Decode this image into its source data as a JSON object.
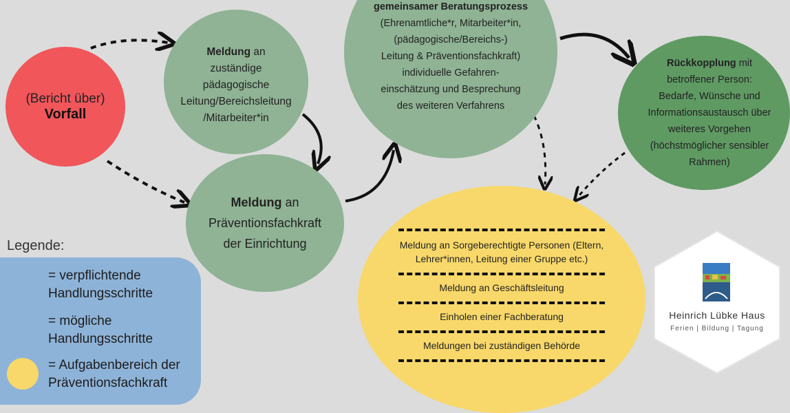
{
  "nodes": {
    "vorfall": {
      "line1": "(Bericht über)",
      "bold": "Vorfall"
    },
    "meldung_leitung": {
      "bold": "Meldung",
      "rest1": " an",
      "rest2": "zuständige",
      "rest3": "pädagogische",
      "rest4": "Leitung/Bereichsleitung",
      "rest5": "/Mitarbeiter*in"
    },
    "meldung_praevention": {
      "bold": "Meldung",
      "rest1": " an",
      "rest2": "Präventionsfachkraft",
      "rest3": "der Einrichtung"
    },
    "beratung": {
      "bold": "gemeinsamer Beratungsprozess",
      "l1": "(Ehrenamtliche*r, Mitarbeiter*in,",
      "l2": "(pädagogische/Bereichs-)",
      "l3": "Leitung & Präventionsfachkraft)",
      "l4": "individuelle Gefahren-",
      "l5": "einschätzung und Besprechung",
      "l6": "des weiteren Verfahrens"
    },
    "rueckkopplung": {
      "bold": "Rückkopplung",
      "rest1": " mit",
      "l1": "betroffener Person:",
      "l2": "Bedarfe, Wünsche und",
      "l3": "Informationsaustausch über",
      "l4": "weiteres Vorgehen",
      "l5": "(höchstmöglicher sensibler",
      "l6": "Rahmen)"
    },
    "praeventions_aufgaben": {
      "items": [
        "Meldung an Sorgeberechtigte Personen (Eltern,",
        "Lehrer*innen, Leitung einer Gruppe etc.)",
        "Meldung an Geschäftsleitung",
        "Einholen einer Fachberatung",
        "Meldungen bei zuständigen Behörde"
      ]
    }
  },
  "legend": {
    "title": "Legende:",
    "solid_1": "= verpflichtende",
    "solid_2": "Handlungsschritte",
    "dashed_1": "= mögliche",
    "dashed_2": "Handlungsschritte",
    "yellow_1": "= Aufgabenbereich der",
    "yellow_2": "Präventionsfachkraft"
  },
  "logo": {
    "name": "Heinrich Lübke Haus",
    "tagline": "Ferien | Bildung | Tagung"
  },
  "colors": {
    "background": "#dcdcdc",
    "green_light": "#8fb394",
    "green_dark": "#5f9a63",
    "red": "#f0565a",
    "yellow": "#f8d86a",
    "legend_blue": "#8eb3d8"
  }
}
